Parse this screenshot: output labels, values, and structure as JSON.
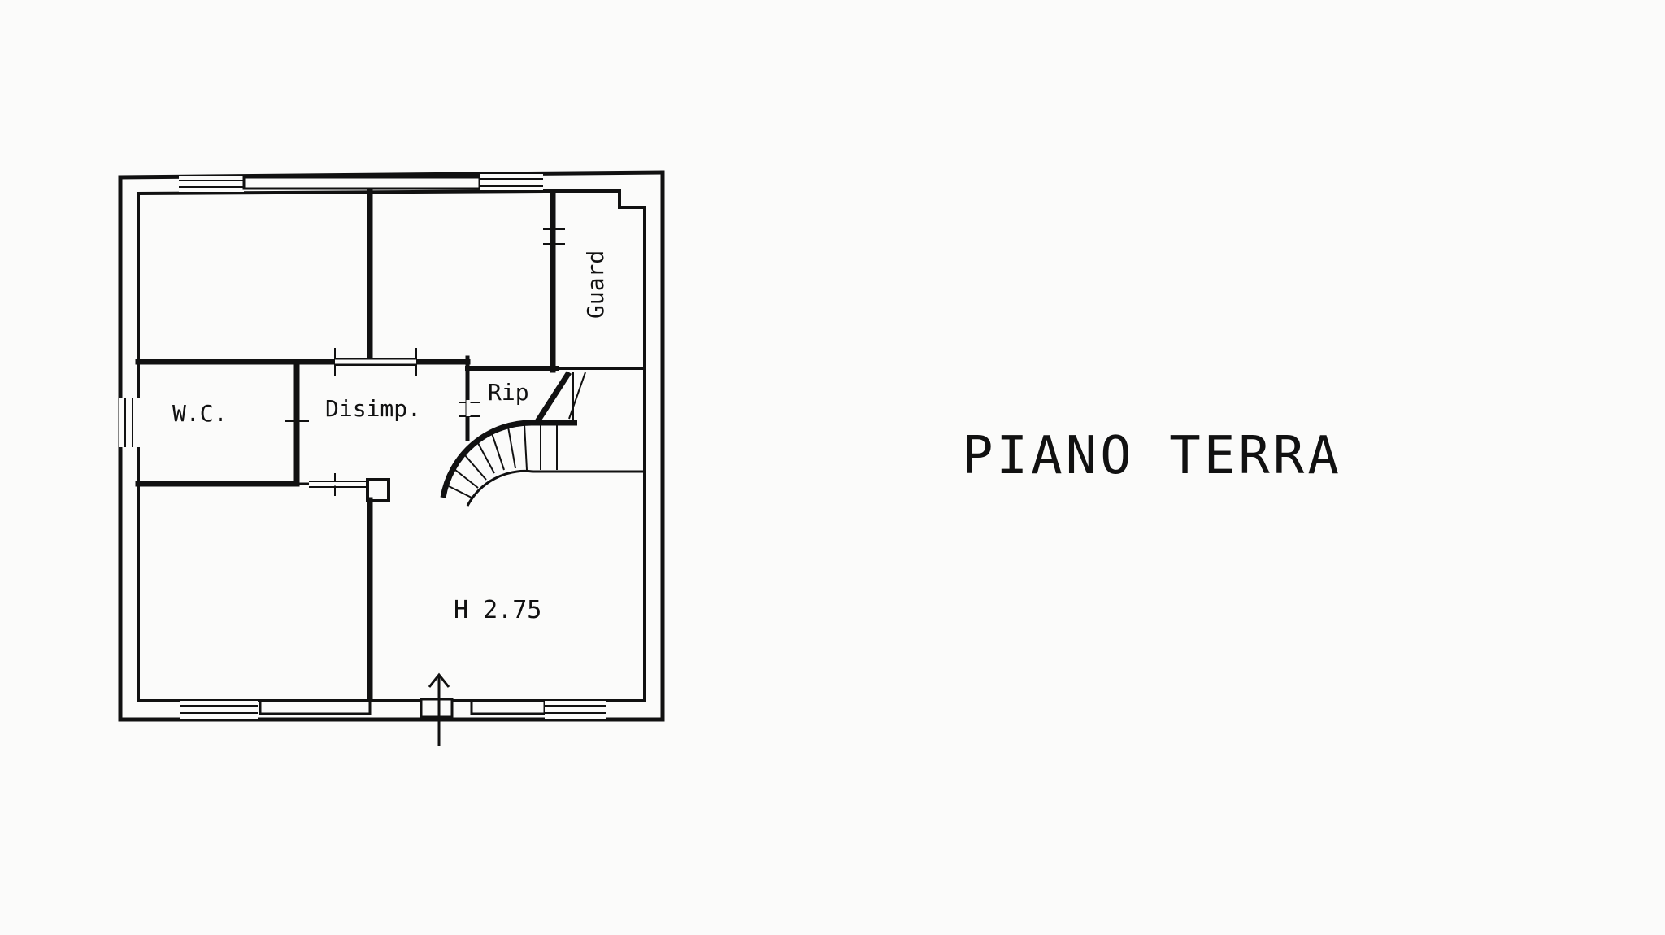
{
  "plan": {
    "title": "PIANO TERRA",
    "rooms": {
      "guard": "Guard",
      "wc": "W.C.",
      "disimp": "Disimp.",
      "rip": "Rip",
      "height": "H 2.75"
    }
  },
  "colors": {
    "ink": "#111111",
    "paper": "#fbfbfa"
  }
}
